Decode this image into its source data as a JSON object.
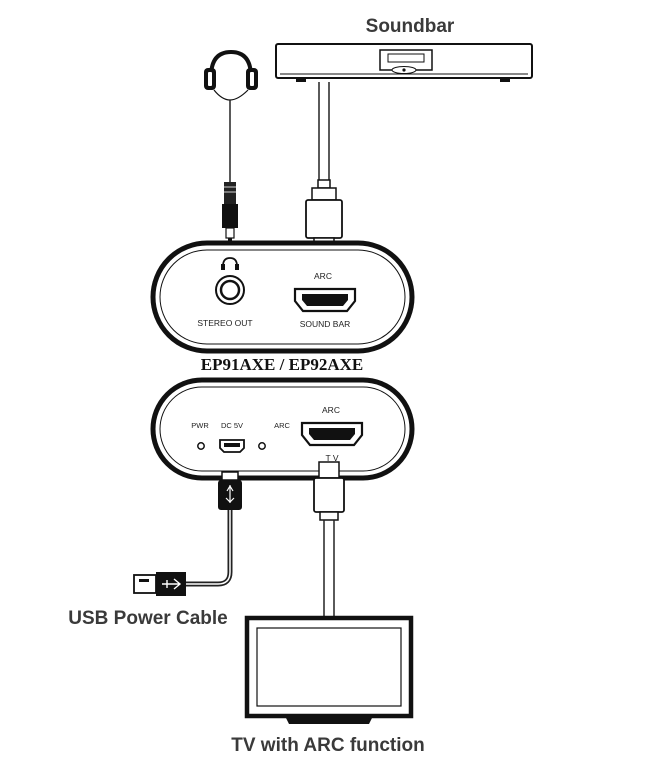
{
  "labels": {
    "soundbar": "Soundbar",
    "model": "EP91AXE / EP92AXE",
    "usb_power_cable": "USB Power Cable",
    "tv": "TV with ARC function"
  },
  "top_device": {
    "headphone_port_label": "STEREO OUT",
    "arc_label": "ARC",
    "hdmi_port_label": "SOUND BAR"
  },
  "bottom_device": {
    "pwr_label": "PWR",
    "dc_label": "DC 5V",
    "arc_led_label": "ARC",
    "arc_label": "ARC",
    "hdmi_port_label": "T V"
  },
  "colors": {
    "outline": "#111111",
    "cable": "#222222",
    "text_dark": "#3a3a3a"
  }
}
